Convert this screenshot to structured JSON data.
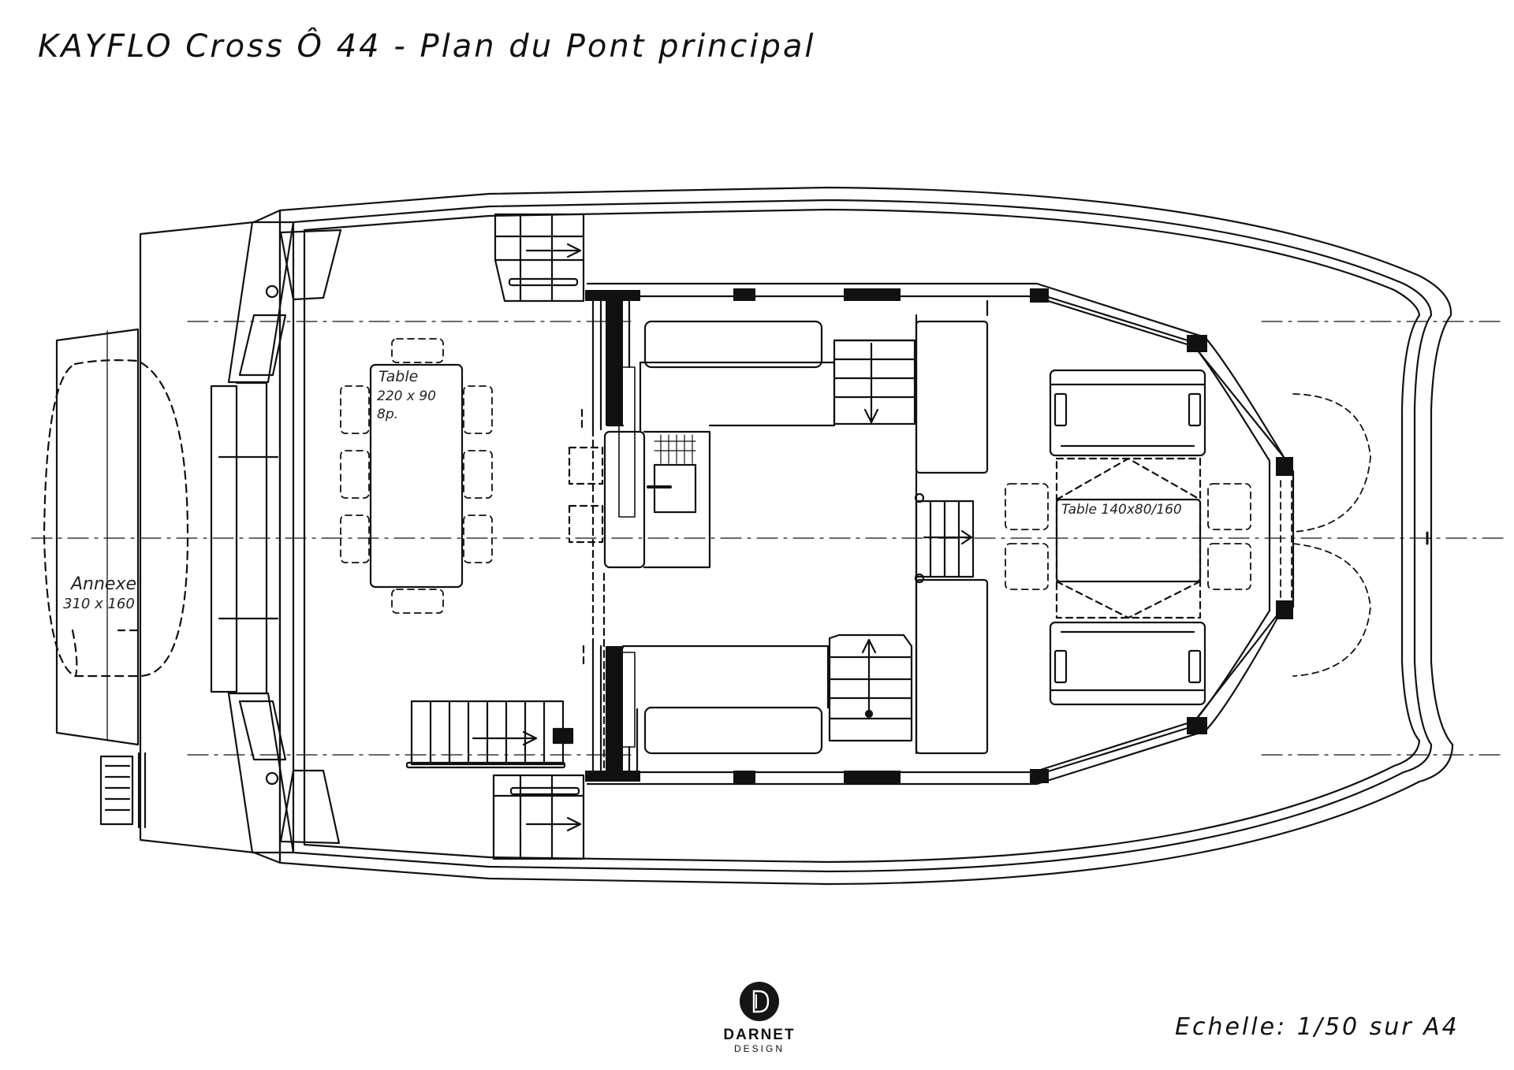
{
  "title": "KAYFLO Cross Ô 44 - Plan du Pont principal",
  "scale_note": "Echelle: 1/50 sur A4",
  "labels": {
    "table_main_title": "Table",
    "table_main_dims": "220 x 90",
    "table_main_seats": "8p.",
    "table_fwd": "Table 140x80/160",
    "annexe_title": "Annexe",
    "annexe_dims": "310 x 160"
  },
  "logo": {
    "letter": "D",
    "name": "DARNET",
    "sub": "DESIGN"
  }
}
